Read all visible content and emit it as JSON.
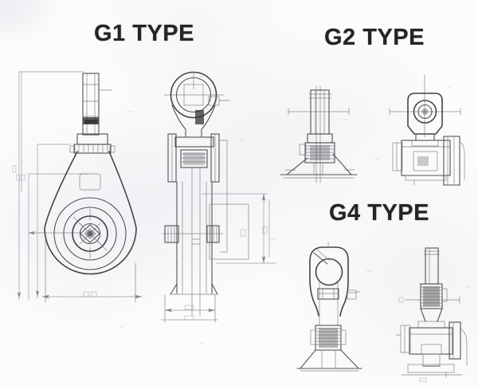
{
  "page": {
    "background": "#fcfcfd",
    "ink_color": "#4c4c4e",
    "dim_line_color": "#90939a",
    "title_color": "#242424"
  },
  "sections": [
    {
      "id": "g1",
      "title": "G1 TYPE"
    },
    {
      "id": "g2",
      "title": "G2 TYPE"
    },
    {
      "id": "g4",
      "title": "G4 TYPE"
    }
  ],
  "drawings": [
    {
      "name": "g1-front-view",
      "description": "pulley-block front elevation, sheave circles, dimension lines"
    },
    {
      "name": "g1-side-view",
      "description": "pulley-block side elevation, eye ring, axle hubs"
    },
    {
      "name": "g2-front-view",
      "description": "fitting front elevation, threaded stem, bell base"
    },
    {
      "name": "g2-side-view",
      "description": "clevis side elevation with pin hole"
    },
    {
      "name": "g4-front-view",
      "description": "shackle front elevation, large eye, bell base"
    },
    {
      "name": "g4-side-view",
      "description": "fitting side elevation, stem, flanged base"
    }
  ]
}
